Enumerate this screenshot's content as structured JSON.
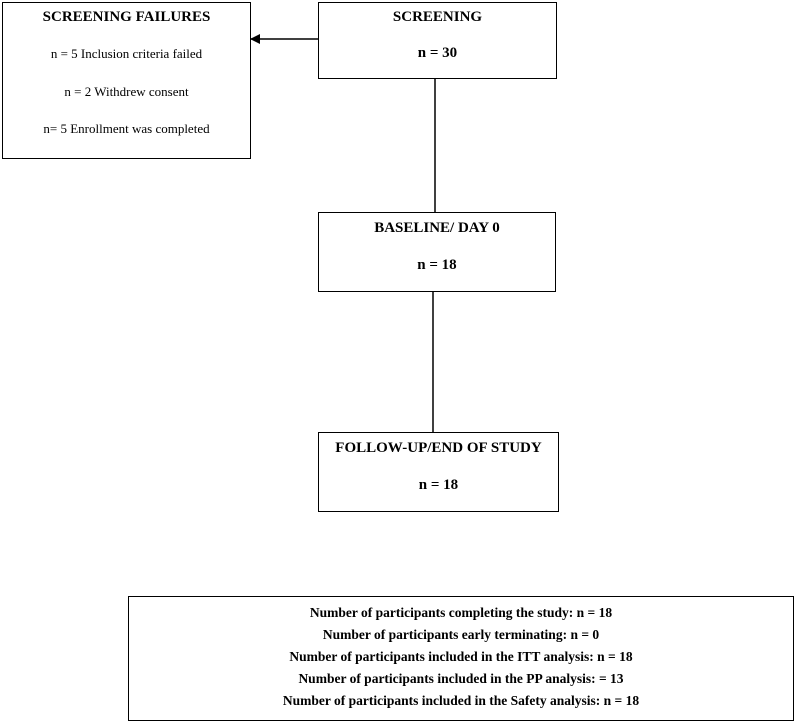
{
  "screening_failures": {
    "title": "SCREENING FAILURES",
    "reasons": [
      "n = 5 Inclusion criteria failed",
      "n = 2 Withdrew consent",
      "n= 5 Enrollment was completed"
    ]
  },
  "screening": {
    "title": "SCREENING",
    "count": "n = 30"
  },
  "baseline": {
    "title": "BASELINE/ DAY 0",
    "count": "n = 18"
  },
  "follow_up": {
    "title": "FOLLOW-UP/END OF STUDY",
    "count": "n = 18"
  },
  "summary": {
    "lines": [
      "Number of participants completing the study: n = 18",
      "Number of participants early terminating: n = 0",
      "Number of participants included in the ITT analysis: n = 18",
      "Number of participants included in the PP analysis: = 13",
      "Number of participants included in the Safety analysis: n = 18"
    ]
  }
}
